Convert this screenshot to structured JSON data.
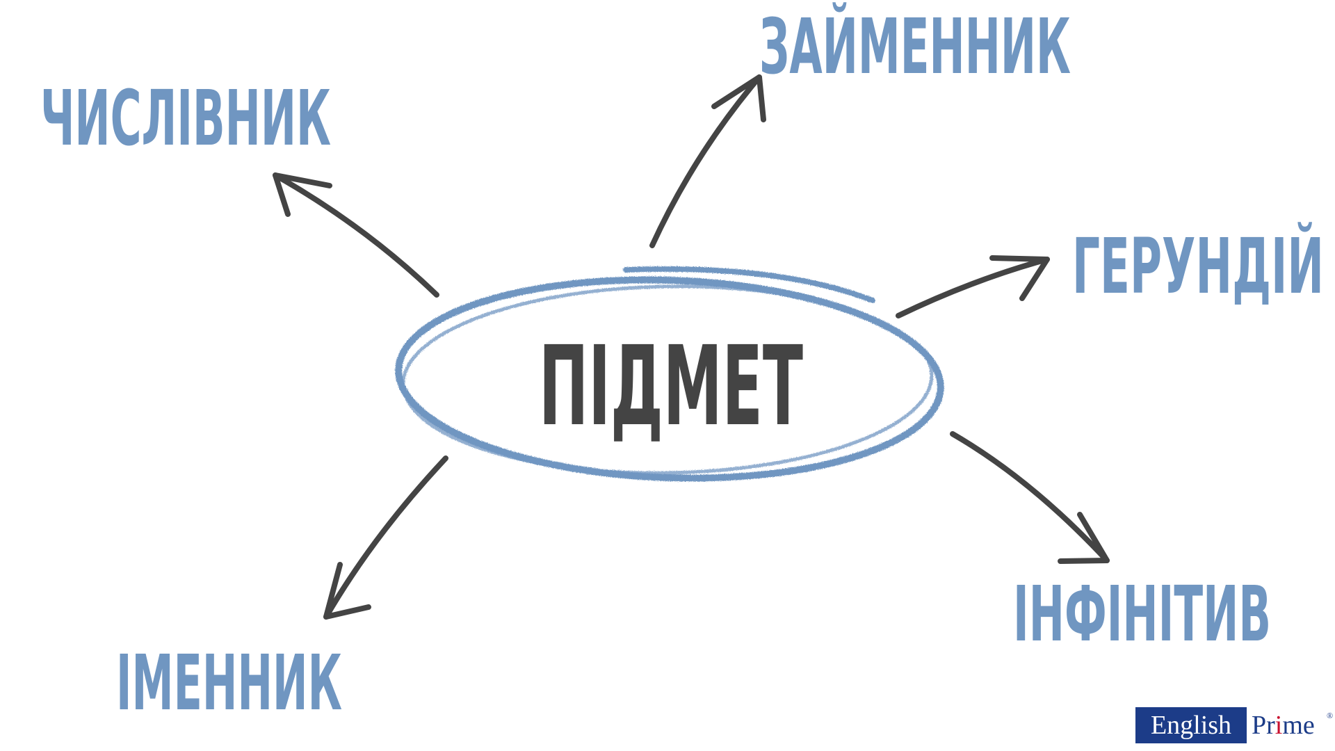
{
  "diagram": {
    "center": {
      "label": "ПІДМЕТ",
      "color": "#444444",
      "ellipse_color": "#7096C1"
    },
    "nodes": [
      {
        "id": "numeral",
        "label": "ЧИСЛІВНИК"
      },
      {
        "id": "pronoun",
        "label": "ЗАЙМЕННИК"
      },
      {
        "id": "gerund",
        "label": "ГЕРУНДІЙ"
      },
      {
        "id": "infinitive",
        "label": "ІНФІНІТИВ"
      },
      {
        "id": "noun",
        "label": "ІМЕННИК"
      }
    ],
    "node_color": "#7096C1",
    "arrow_color": "#444444"
  },
  "logo": {
    "left_text": "English",
    "right_text_pre": "Pr",
    "right_text_accent": "i",
    "right_text_post": "me",
    "registered": "®",
    "left_bg": "#1C3C88",
    "accent_color": "#C8102E"
  }
}
